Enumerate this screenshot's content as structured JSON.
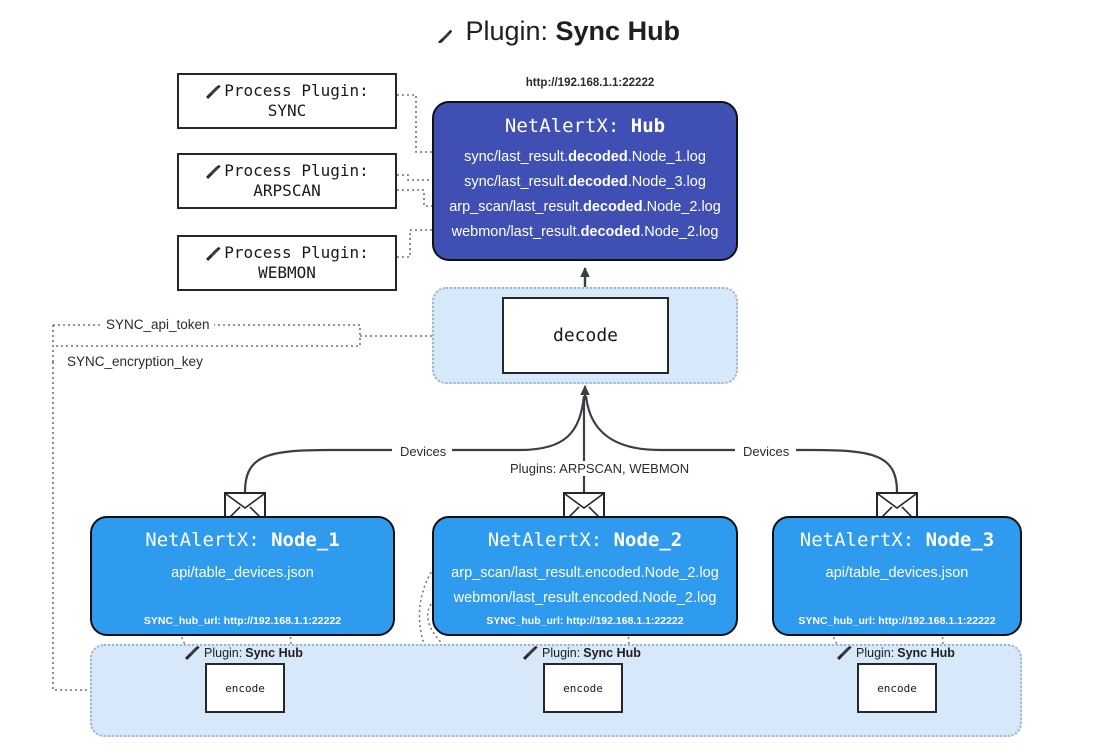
{
  "title": {
    "icon": "plug-icon",
    "prefix": "Plugin:",
    "name": "Sync Hub"
  },
  "process_plugins": [
    {
      "icon": "plug-icon",
      "label": "Process Plugin:",
      "name": "SYNC"
    },
    {
      "icon": "plug-icon",
      "label": "Process Plugin:",
      "name": "ARPSCAN"
    },
    {
      "icon": "plug-icon",
      "label": "Process Plugin:",
      "name": "WEBMON"
    }
  ],
  "hub": {
    "url": "http://192.168.1.1:22222",
    "app": "NetAlertX:",
    "name": "Hub",
    "logs": [
      {
        "pre": "sync/last_result.",
        "mid": "decoded",
        "post": ".Node_1.log"
      },
      {
        "pre": "sync/last_result.",
        "mid": "decoded",
        "post": ".Node_3.log"
      },
      {
        "pre": "arp_scan/last_result.",
        "mid": "decoded",
        "post": ".Node_2.log"
      },
      {
        "pre": "webmon/last_result.",
        "mid": "decoded",
        "post": ".Node_2.log"
      }
    ]
  },
  "decode": {
    "label": "decode"
  },
  "tokens": {
    "api_token": "SYNC_api_token",
    "encryption_key": "SYNC_encryption_key"
  },
  "edge_labels": {
    "devices_left": "Devices",
    "devices_right": "Devices",
    "plugins": "Plugins: ARPSCAN, WEBMON"
  },
  "nodes": [
    {
      "app": "NetAlertX:",
      "name": "Node_1",
      "lines": [
        "api/table_devices.json"
      ],
      "footer": "SYNC_hub_url: http://192.168.1.1:22222",
      "icon": "envelope-icon"
    },
    {
      "app": "NetAlertX:",
      "name": "Node_2",
      "lines": [
        "arp_scan/last_result.encoded.Node_2.log",
        "webmon/last_result.encoded.Node_2.log"
      ],
      "footer": "SYNC_hub_url: http://192.168.1.1:22222",
      "icon": "envelope-icon"
    },
    {
      "app": "NetAlertX:",
      "name": "Node_3",
      "lines": [
        "api/table_devices.json"
      ],
      "footer": "SYNC_hub_url: http://192.168.1.1:22222",
      "icon": "envelope-icon"
    }
  ],
  "encoders": [
    {
      "icon": "plug-icon",
      "prefix": "Plugin:",
      "name": "Sync Hub",
      "box_label": "encode"
    },
    {
      "icon": "plug-icon",
      "prefix": "Plugin:",
      "name": "Sync Hub",
      "box_label": "encode"
    },
    {
      "icon": "plug-icon",
      "prefix": "Plugin:",
      "name": "Sync Hub",
      "box_label": "encode"
    }
  ],
  "colors": {
    "hub_fill": "#3f4fb3",
    "node_fill": "#2e9bef",
    "container_fill": "#d6e8fa",
    "stroke": "#23282d",
    "background": "#ffffff"
  }
}
